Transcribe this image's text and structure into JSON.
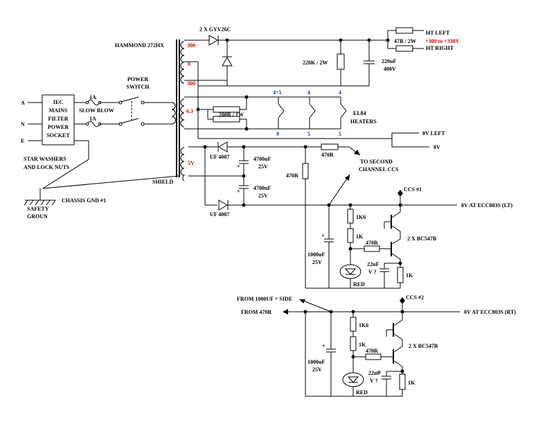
{
  "labels": {
    "hammond": "HAMMOND 272HX",
    "diodes_top": "2 X GYV26C",
    "tap_300a": "300",
    "tap_0": "0",
    "tap_300b": "300",
    "tap_63": "6.3",
    "tap_5v": "5V",
    "shield": "SHIELD",
    "power_switch_1": "POWER",
    "power_switch_2": "SWITCH",
    "fuse_a": "1A",
    "slow_blow": "SLOW BLOW",
    "fuse_b": "1A",
    "iec_1": "IEC",
    "iec_2": "MAINS",
    "iec_3": "FILTER",
    "iec_4": "POWER",
    "iec_5": "SOCKET",
    "line_a": "A",
    "line_n": "N",
    "line_e": "E",
    "star_1": "STAR WASHERS",
    "star_2": "AND LOCK NUTS",
    "chassis_gnd": "CHASSIS GND #1",
    "safety_1": "SAFETY",
    "safety_2": "GROUN",
    "ht_left": "HT LEFT",
    "ht_right": "HT RIGHT",
    "r_47r": "47R / 2W",
    "ht_voltage": "+300 to +330V",
    "r_220k": "220K / 2W",
    "c_220u_1": "220uF",
    "c_220u_2": "400V",
    "r_200r": "200R / 1W",
    "pin_45": "4+5",
    "pin_4a": "4",
    "pin_4b": "4",
    "pin_9": "9",
    "pin_5a": "5",
    "pin_5b": "5",
    "el84_1": "EL84",
    "el84_2": "HEATERS",
    "zero_left": "0V LEFT",
    "zero_v": "0V",
    "uf4007_a": "UF 4007",
    "uf4007_b": "UF 4007",
    "c4700a_1": "4700uF",
    "c4700a_2": "25V",
    "c4700b_1": "4700uF",
    "c4700b_2": "25V",
    "r_470r_top": "470R",
    "r_470r_left": "470R",
    "to_second_1": "TO SECOND",
    "to_second_2": "CHANNEL CCS",
    "ccs1": "CCS #1",
    "zero_lt": "0V AT ECC803S (LT)",
    "r_1k6_a": "1K6",
    "r_1k_a": "1K",
    "r_470r_a": "470R",
    "bc547_a": "2 X BC547B",
    "c_1000_a_1": "1000uF",
    "c_1000_a_2": "25V",
    "c_22u_a_1": "22uF",
    "c_22u_a_2": "V ?",
    "r_1k_ea": "1K",
    "led_a": "RED",
    "from_1000": "FROM 1000UF + SIDE",
    "from_470": "FROM 470R",
    "ccs2": "CCS #2",
    "zero_rt": "0V AT ECC803S (RT)",
    "r_1k6_b": "1K6",
    "r_1k_b": "1K",
    "r_470r_b": "470R",
    "bc547_b": "2 X BC547B",
    "c_1000_b_1": "1000uF",
    "c_1000_b_2": "25V",
    "c_22u_b_1": "22uF",
    "c_22u_b_2": "V ?",
    "r_1k_eb": "1K",
    "led_b": "RED",
    "plus_1": "+",
    "plus_2": "+",
    "plus_3": "+",
    "plus_4": "+",
    "plus_5": "+"
  },
  "colors": {
    "tap_label": "#d00000",
    "pin_label": "#1a2fd0"
  }
}
